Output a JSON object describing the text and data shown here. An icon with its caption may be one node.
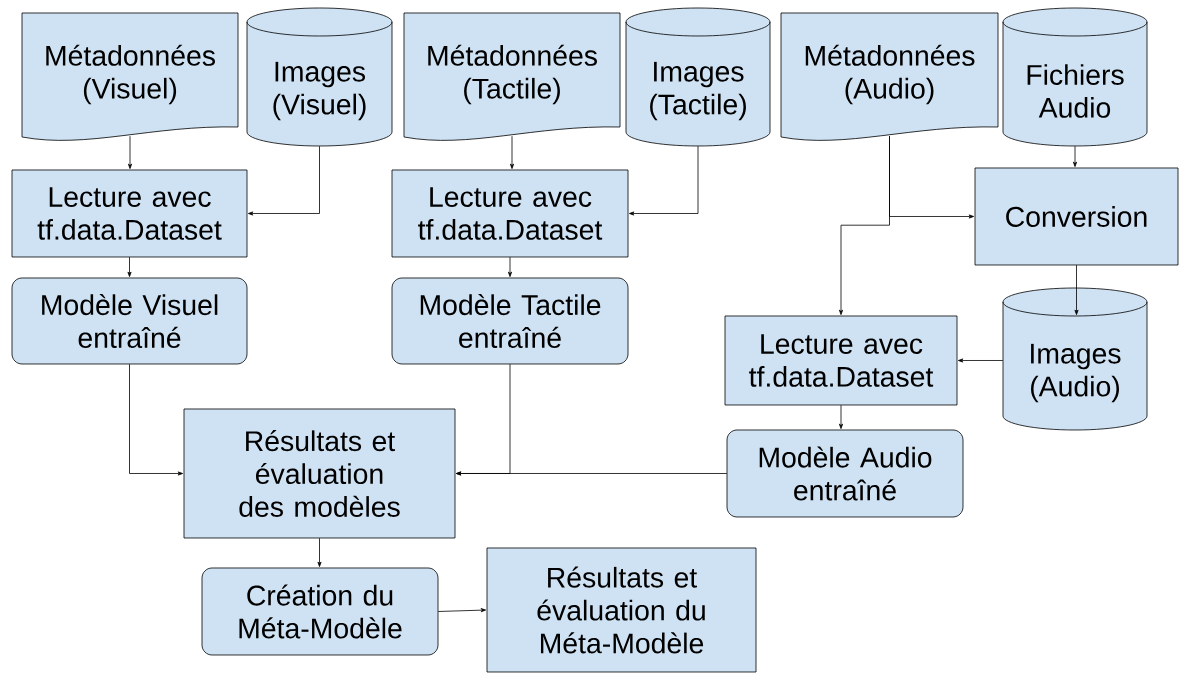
{
  "diagram": {
    "nodes": [
      {
        "text": [
          "Métadonnées (Visuel)"
        ]
      },
      {
        "text": [
          "Images (Visuel)"
        ]
      },
      {
        "text": [
          "Lecture avec tf.data.Dataset"
        ]
      },
      {
        "text": [
          "Modèle Visuel entraîné"
        ]
      },
      {
        "text": [
          "Métadonnées (Tactile)"
        ]
      },
      {
        "text": [
          "Images (Tactile)"
        ]
      },
      {
        "text": [
          "Lecture avec tf.data.Dataset"
        ]
      },
      {
        "text": [
          "Modèle Tactile entraîné"
        ]
      },
      {
        "text": [
          "Métadonnées (Audio)"
        ]
      },
      {
        "text": [
          "Fichiers Audio"
        ]
      },
      {
        "text": [
          "Conversion"
        ]
      },
      {
        "text": [
          "Lecture avec tf.data.Dataset"
        ]
      },
      {
        "text": [
          "Images (Audio)"
        ]
      },
      {
        "text": [
          "Modèle Audio entraîné"
        ]
      },
      {
        "text": [
          "Résultats et évaluation des modèles"
        ]
      },
      {
        "text": [
          "Création du Méta-Modèle"
        ]
      },
      {
        "text": [
          "Résultats et évaluation du Méta-Modèle"
        ]
      }
    ],
    "edges": [
      {
        "from": 0,
        "to": 2,
        "arrow": "to"
      },
      {
        "from": 1,
        "to": 2,
        "arrow": "to"
      },
      {
        "from": 2,
        "to": 3,
        "arrow": "to"
      },
      {
        "from": 4,
        "to": 6,
        "arrow": "to"
      },
      {
        "from": 5,
        "to": 6,
        "arrow": "to"
      },
      {
        "from": 6,
        "to": 7,
        "arrow": "to"
      },
      {
        "from": 8,
        "to": 10,
        "arrow": "to"
      },
      {
        "from": 8,
        "to": 11,
        "arrow": "to"
      },
      {
        "from": 9,
        "to": 10,
        "arrow": "to"
      },
      {
        "from": 10,
        "to": 12,
        "arrow": "to"
      },
      {
        "from": 12,
        "to": 11,
        "arrow": "to"
      },
      {
        "from": 11,
        "to": 13,
        "arrow": "to"
      },
      {
        "from": 3,
        "to": 14,
        "arrow": "to"
      },
      {
        "from": 7,
        "to": 14,
        "arrow": "to"
      },
      {
        "from": 13,
        "to": 14,
        "arrow": "to"
      },
      {
        "from": 14,
        "to": 15,
        "arrow": "to"
      },
      {
        "from": 15,
        "to": 16,
        "arrow": "to"
      }
    ]
  }
}
